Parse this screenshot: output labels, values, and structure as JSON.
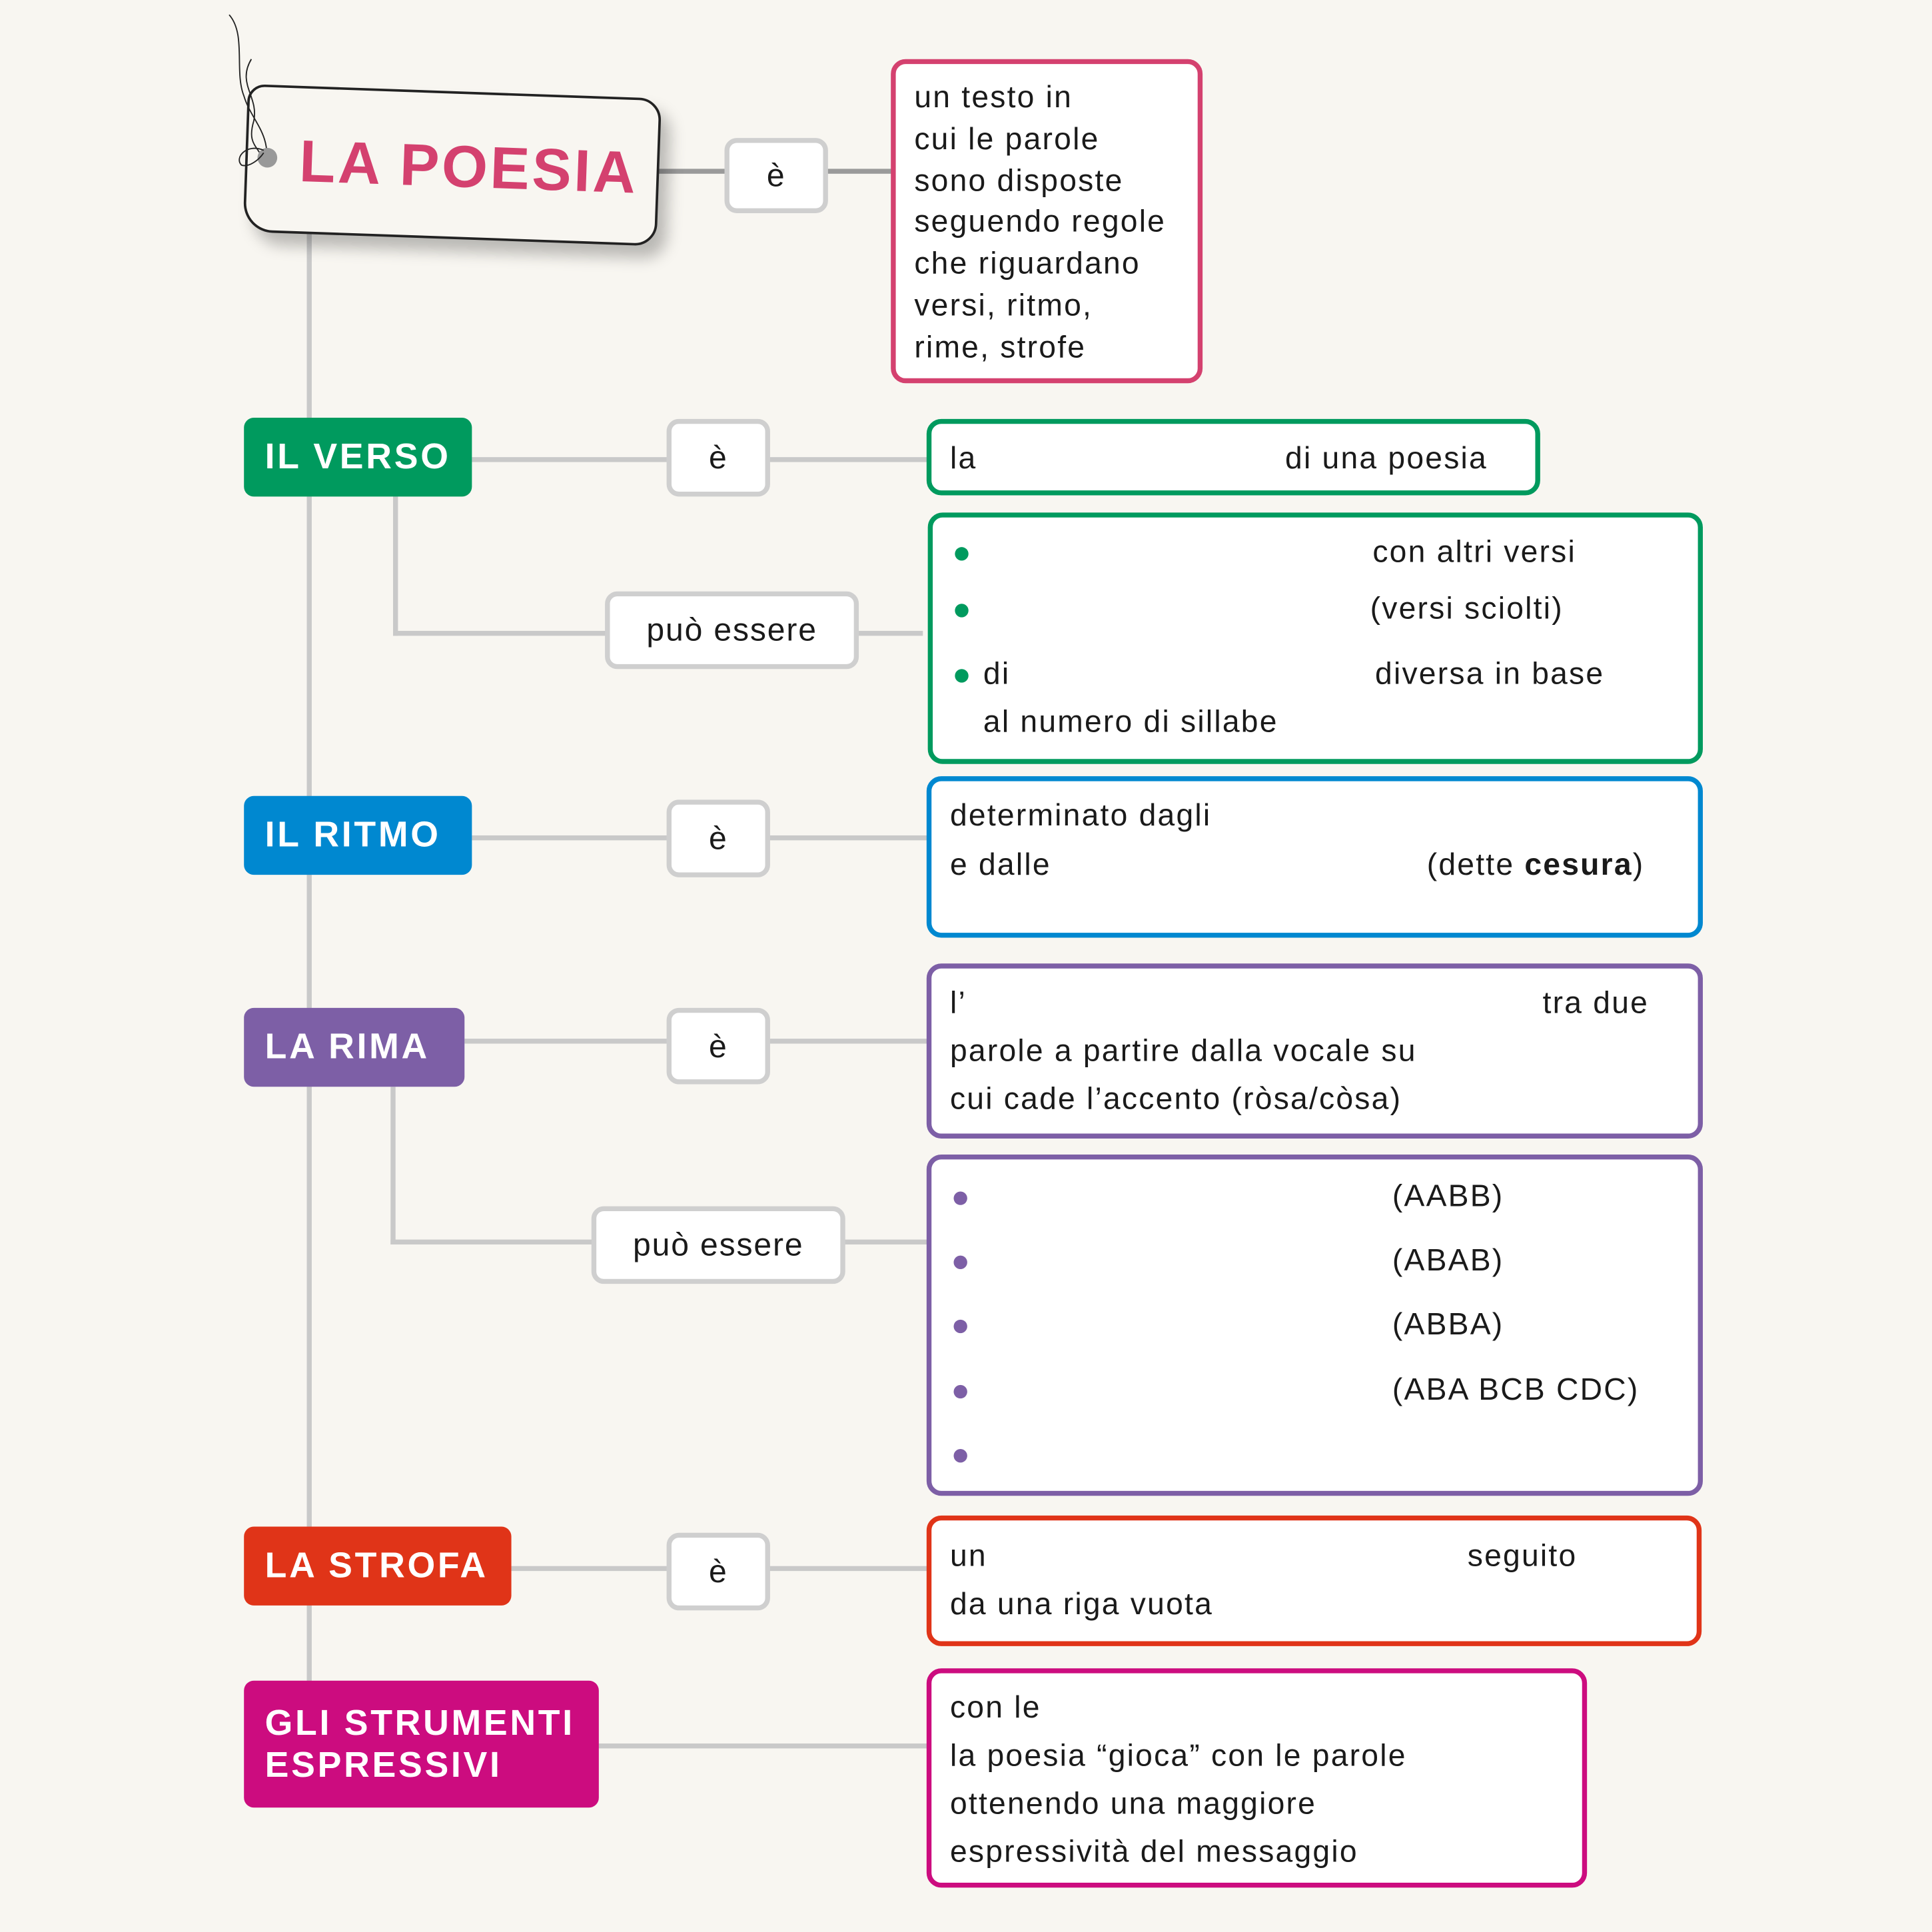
{
  "colors": {
    "poesia": "#d4416f",
    "verso": "#009a5e",
    "ritmo": "#0088d0",
    "rima": "#7d5fa6",
    "strofa": "#e03418",
    "strumenti": "#cc0c7f",
    "connector": "#c9c9c9"
  },
  "title": {
    "label": "LA POESIA",
    "verb": "è",
    "definition": [
      "un testo in",
      "cui le parole",
      "sono disposte",
      "seguendo regole",
      "che riguardano",
      "versi, ritmo,",
      "rime, strofe"
    ]
  },
  "verso": {
    "label": "IL VERSO",
    "verb": "è",
    "def_a": "la",
    "def_b": "di una poesia",
    "branch_verb": "può essere",
    "items": {
      "i1": "con altri versi",
      "i2": "(versi sciolti)",
      "i3a": "di",
      "i3b": "diversa in base",
      "i3c": "al numero di sillabe"
    }
  },
  "ritmo": {
    "label": "IL RITMO",
    "verb": "è",
    "l1": "determinato dagli",
    "l2a": "e dalle",
    "l2b": "(dette ",
    "l2c": "cesura",
    "l2d": ")"
  },
  "rima": {
    "label": "LA RIMA",
    "verb": "è",
    "l1a": "l’",
    "l1b": "tra due",
    "l2": "parole a partire dalla vocale su",
    "l3": "cui cade l’accento (ròsa/còsa)",
    "branch_verb": "può essere",
    "types": [
      "(AABB)",
      "(ABAB)",
      "(ABBA)",
      "(ABA BCB CDC)",
      ""
    ]
  },
  "strofa": {
    "label": "LA STROFA",
    "verb": "è",
    "l1a": "un",
    "l1b": "seguito",
    "l2": "da una riga vuota"
  },
  "strumenti": {
    "label1": "GLI STRUMENTI",
    "label2": "ESPRESSIVI",
    "lines": [
      "con le",
      "la poesia “gioca” con le parole",
      "ottenendo una maggiore",
      "espressività del messaggio"
    ]
  }
}
